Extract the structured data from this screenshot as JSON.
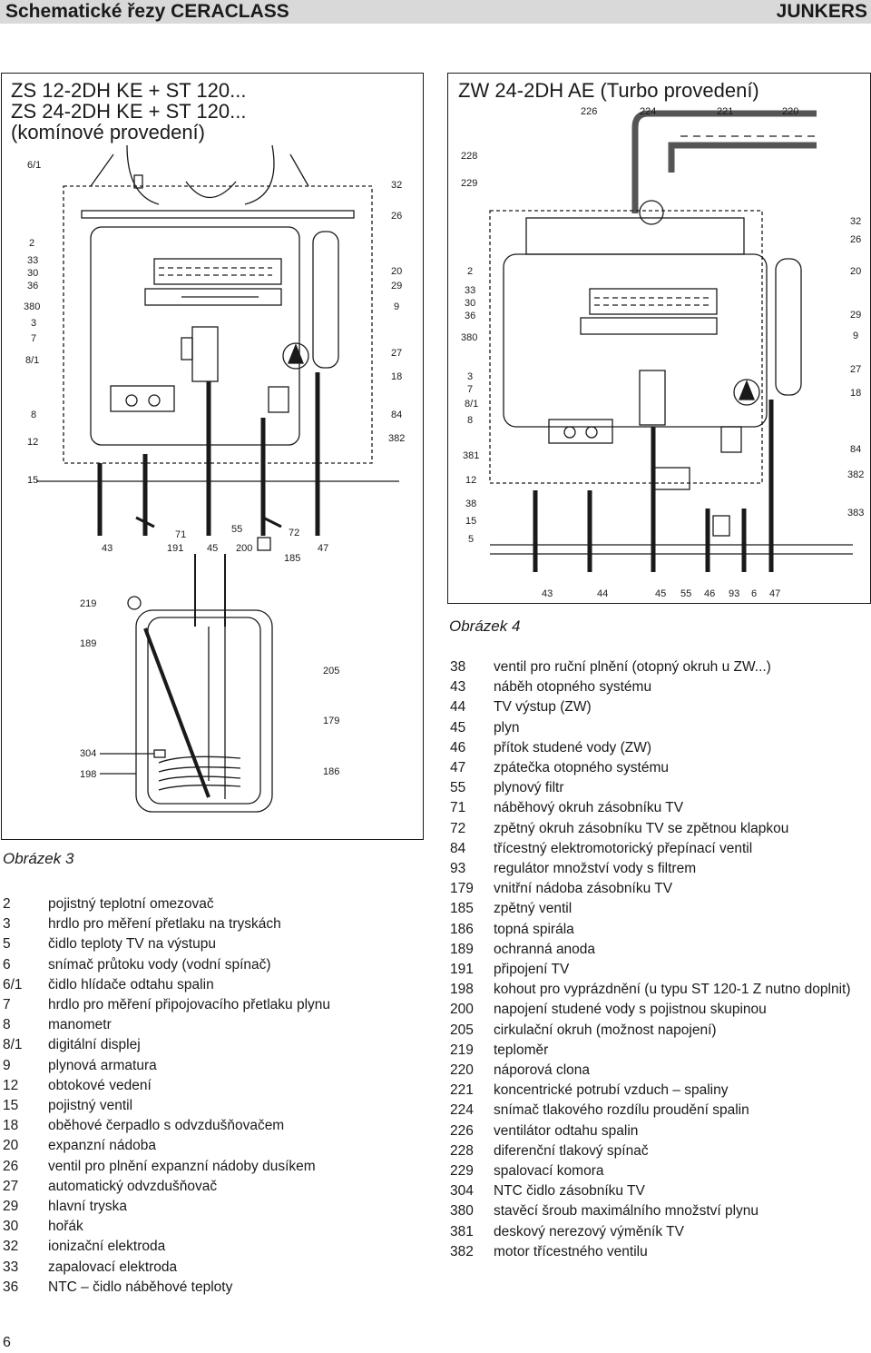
{
  "header": {
    "title": "Schematické řezy CERACLASS",
    "brand": "JUNKERS"
  },
  "figure_left": {
    "title_lines": [
      "ZS 12-2DH KE + ST 120...",
      "ZS 24-2DH KE + ST 120...",
      "(komínové provedení)"
    ],
    "caption": "Obrázek 3",
    "left_labels": [
      "6/1",
      "2",
      "33",
      "30",
      "36",
      "380",
      "3",
      "7",
      "8/1",
      "8",
      "12",
      "15"
    ],
    "right_labels": [
      "32",
      "26",
      "20",
      "29",
      "9",
      "27",
      "18",
      "84",
      "382"
    ],
    "bottom_labels": [
      "71",
      "55",
      "72",
      "43",
      "191",
      "45",
      "200",
      "185",
      "47"
    ],
    "tank_left_labels": [
      "219",
      "189",
      "304",
      "198"
    ],
    "tank_right_labels": [
      "205",
      "179",
      "186"
    ]
  },
  "figure_right": {
    "title": "ZW 24-2DH AE (Turbo provedení)",
    "caption": "Obrázek 4",
    "top_labels": [
      "226",
      "224",
      "221",
      "220"
    ],
    "left_labels": [
      "228",
      "229",
      "2",
      "33",
      "30",
      "36",
      "380",
      "3",
      "7",
      "8/1",
      "8",
      "381",
      "12",
      "38",
      "15",
      "5"
    ],
    "right_labels": [
      "32",
      "26",
      "20",
      "29",
      "9",
      "27",
      "18",
      "84",
      "382",
      "383"
    ],
    "bottom_labels": [
      "43",
      "44",
      "45",
      "55",
      "46",
      "93",
      "6",
      "47"
    ]
  },
  "legend_left": [
    {
      "num": "2",
      "text": "pojistný teplotní omezovač"
    },
    {
      "num": "3",
      "text": "hrdlo pro měření přetlaku na tryskách"
    },
    {
      "num": "5",
      "text": "čidlo teploty TV na výstupu"
    },
    {
      "num": "6",
      "text": "snímač průtoku vody (vodní spínač)"
    },
    {
      "num": "6/1",
      "text": "čidlo hlídače odtahu spalin"
    },
    {
      "num": "7",
      "text": "hrdlo pro měření připojovacího přetlaku plynu"
    },
    {
      "num": "8",
      "text": "manometr"
    },
    {
      "num": "8/1",
      "text": "digitální displej"
    },
    {
      "num": "9",
      "text": "plynová armatura"
    },
    {
      "num": "12",
      "text": "obtokové vedení"
    },
    {
      "num": "15",
      "text": "pojistný ventil"
    },
    {
      "num": "18",
      "text": "oběhové čerpadlo s odvzdušňovačem"
    },
    {
      "num": "20",
      "text": "expanzní nádoba"
    },
    {
      "num": "26",
      "text": "ventil pro plnění expanzní nádoby dusíkem"
    },
    {
      "num": "27",
      "text": "automatický odvzdušňovač"
    },
    {
      "num": "29",
      "text": "hlavní tryska"
    },
    {
      "num": "30",
      "text": "hořák"
    },
    {
      "num": "32",
      "text": "ionizační elektroda"
    },
    {
      "num": "33",
      "text": "zapalovací elektroda"
    },
    {
      "num": "36",
      "text": "NTC – čidlo náběhové teploty"
    }
  ],
  "legend_right": [
    {
      "num": "38",
      "text": "ventil pro ruční plnění (otopný okruh u ZW...)"
    },
    {
      "num": "43",
      "text": "náběh otopného systému"
    },
    {
      "num": "44",
      "text": "TV výstup (ZW)"
    },
    {
      "num": "45",
      "text": "plyn"
    },
    {
      "num": "46",
      "text": "přítok studené vody (ZW)"
    },
    {
      "num": "47",
      "text": "zpátečka otopného systému"
    },
    {
      "num": "55",
      "text": "plynový filtr"
    },
    {
      "num": "71",
      "text": "náběhový okruh zásobníku TV"
    },
    {
      "num": "72",
      "text": "zpětný okruh zásobníku TV se zpětnou klapkou"
    },
    {
      "num": "84",
      "text": "třícestný elektromotorický přepínací ventil"
    },
    {
      "num": "93",
      "text": "regulátor množství vody s filtrem"
    },
    {
      "num": "179",
      "text": "vnitřní nádoba zásobníku TV"
    },
    {
      "num": "185",
      "text": "zpětný ventil"
    },
    {
      "num": "186",
      "text": "topná spirála"
    },
    {
      "num": "189",
      "text": "ochranná anoda"
    },
    {
      "num": "191",
      "text": "připojení TV"
    },
    {
      "num": "198",
      "text": "kohout pro vyprázdnění (u typu ST 120-1 Z nutno doplnit)"
    },
    {
      "num": "200",
      "text": "napojení studené vody s pojistnou skupinou"
    },
    {
      "num": "205",
      "text": "cirkulační okruh (možnost napojení)"
    },
    {
      "num": "219",
      "text": "teploměr"
    },
    {
      "num": "220",
      "text": "náporová clona"
    },
    {
      "num": "221",
      "text": "koncentrické potrubí vzduch – spaliny"
    },
    {
      "num": "224",
      "text": "snímač tlakového rozdílu proudění spalin"
    },
    {
      "num": "226",
      "text": "ventilátor odtahu spalin"
    },
    {
      "num": "228",
      "text": "diferenční tlakový spínač"
    },
    {
      "num": "229",
      "text": "spalovací komora"
    },
    {
      "num": "304",
      "text": "NTC čidlo zásobníku TV"
    },
    {
      "num": "380",
      "text": "stavěcí šroub maximálního množství plynu"
    },
    {
      "num": "381",
      "text": "deskový nerezový výměník TV"
    },
    {
      "num": "382",
      "text": "motor třícestného ventilu"
    }
  ],
  "page_number": "6"
}
